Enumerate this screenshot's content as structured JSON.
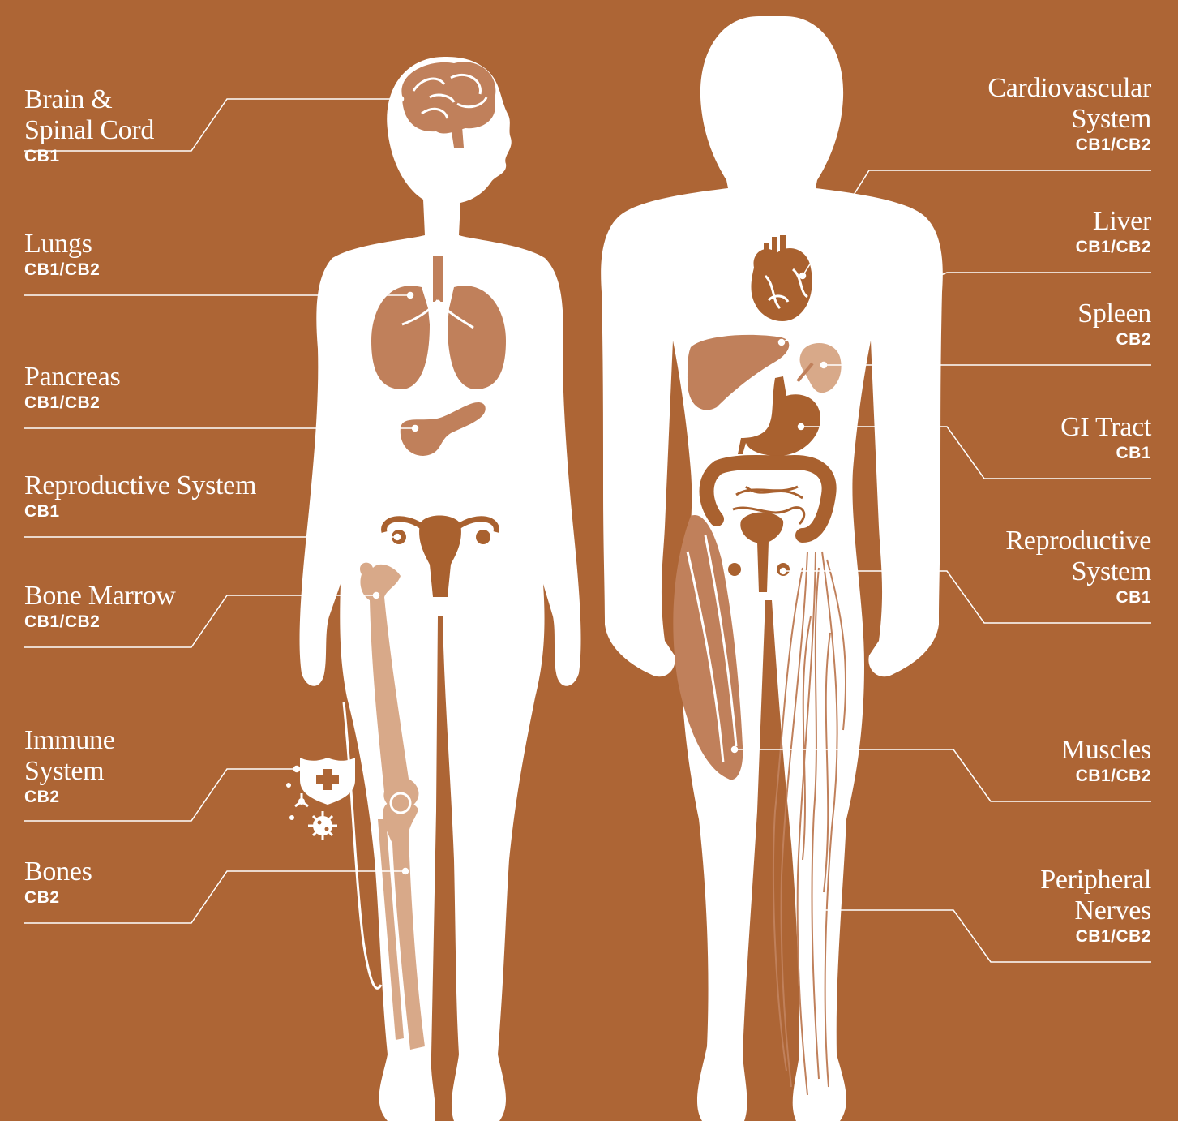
{
  "colors": {
    "background": "#AD6535",
    "body": "#FFFFFF",
    "organ_dark": "#C0805B",
    "organ_mid": "#A9612F",
    "bone": "#D8A989",
    "line": "#FFFFFF"
  },
  "left_labels": [
    {
      "name": "Brain &\nSpinal Cord",
      "receptor": "CB1"
    },
    {
      "name": "Lungs",
      "receptor": "CB1/CB2"
    },
    {
      "name": "Pancreas",
      "receptor": "CB1/CB2"
    },
    {
      "name": "Reproductive System",
      "receptor": "CB1"
    },
    {
      "name": "Bone Marrow",
      "receptor": "CB1/CB2"
    },
    {
      "name": "Immune\nSystem",
      "receptor": "CB2"
    },
    {
      "name": "Bones",
      "receptor": "CB2"
    }
  ],
  "right_labels": [
    {
      "name": "Cardiovascular\nSystem",
      "receptor": "CB1/CB2"
    },
    {
      "name": "Liver",
      "receptor": "CB1/CB2"
    },
    {
      "name": "Spleen",
      "receptor": "CB2"
    },
    {
      "name": "GI Tract",
      "receptor": "CB1"
    },
    {
      "name": "Reproductive\nSystem",
      "receptor": "CB1"
    },
    {
      "name": "Muscles",
      "receptor": "CB1/CB2"
    },
    {
      "name": "Peripheral\nNerves",
      "receptor": "CB1/CB2"
    }
  ]
}
